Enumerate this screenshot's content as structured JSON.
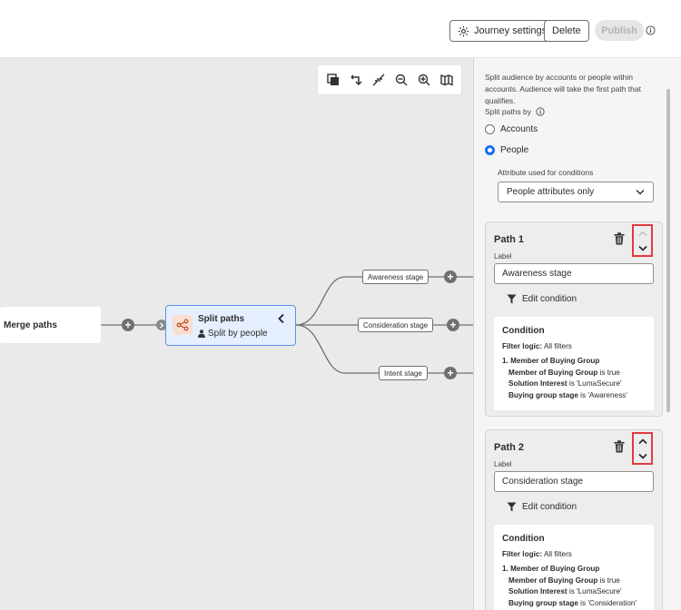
{
  "header": {
    "journey_settings_label": "Journey settings",
    "delete_label": "Delete",
    "publish_label": "Publish"
  },
  "canvas": {
    "merge_node_label": "Merge paths",
    "split_node": {
      "title": "Split paths",
      "subtitle": "Split by people"
    },
    "paths": [
      {
        "label": "Awareness stage"
      },
      {
        "label": "Consideration stage"
      },
      {
        "label": "Intent stage"
      }
    ],
    "toolbar_icons": [
      "duplicate-icon",
      "reorder-icon",
      "collapse-icon",
      "zoom-out-icon",
      "zoom-in-icon",
      "map-icon"
    ]
  },
  "panel": {
    "description": "Split audience by accounts or people within accounts. Audience will take the first path that qualifies.",
    "split_by_label": "Split paths by",
    "options": [
      {
        "label": "Accounts",
        "selected": false
      },
      {
        "label": "People",
        "selected": true
      }
    ],
    "attribute_label": "Attribute used for conditions",
    "attribute_value": "People attributes only",
    "label_text": "Label",
    "edit_condition": "Edit condition",
    "condition_title": "Condition",
    "filter_logic_key": "Filter logic:",
    "filter_logic_value": "All filters",
    "path_cards": [
      {
        "title": "Path 1",
        "label_value": "Awareness stage",
        "cond_group": "1. Member of Buying Group",
        "cond_line1_key": "Member of Buying Group",
        "cond_line1_val": "is true",
        "cond_line2_key": "Solution Interest",
        "cond_line2_val": "is 'LumaSecure'",
        "cond_line3_key": "Buying group stage",
        "cond_line3_val": "is 'Awareness'"
      },
      {
        "title": "Path 2",
        "label_value": "Consideration stage",
        "cond_group": "1. Member of Buying Group",
        "cond_line1_key": "Member of Buying Group",
        "cond_line1_val": "is true",
        "cond_line2_key": "Solution Interest",
        "cond_line2_val": "is 'LumaSecure'",
        "cond_line3_key": "Buying group stage",
        "cond_line3_val": "is 'Consideration'"
      }
    ]
  },
  "colors": {
    "accent": "#1a6ff0",
    "highlight_border": "#e03c3c",
    "split_node_bg": "#e5efff",
    "split_icon_color": "#c4552b"
  }
}
